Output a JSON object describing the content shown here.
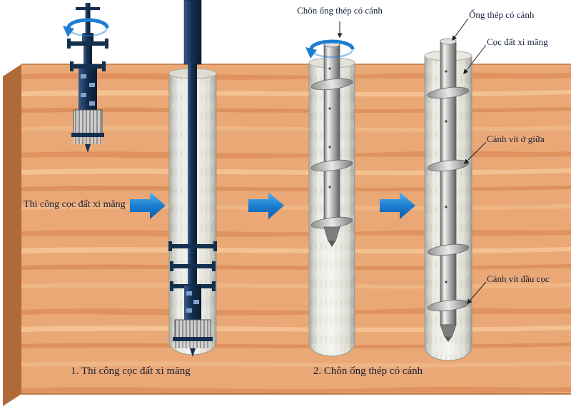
{
  "diagram": {
    "title_hint": "soil-cement-pile-with-finned-steel-pipe-process",
    "annotations": {
      "top": "Chôn ống thép có cánh",
      "left": "Thi công cọc đất xi măng",
      "pipe": "Ống thép có cánh",
      "column": "Cọc đất xi măng",
      "mid_fin": "Cánh vít ở giữa",
      "tip_fin": "Cánh vít đầu cọc"
    },
    "captions": {
      "step1": "1. Thi công cọc đất xi măng",
      "step2": "2. Chôn ống thép có cánh"
    },
    "icons": {
      "rotation_arrow": "curved-ellipse-rotation-arrow",
      "process_arrow": "right-block-arrow",
      "leader_line": "thin-arrow-leader-line"
    },
    "colors": {
      "wood_face": "#eaa876",
      "wood_side": "#b06a38",
      "arrow_blue": "#1d7fd2",
      "shaft_navy": "#14304f",
      "label_text": "#14213d",
      "column_edge": "#99998f",
      "steel_light": "#f2f2f2",
      "steel_dark": "#5f5f5f"
    }
  }
}
